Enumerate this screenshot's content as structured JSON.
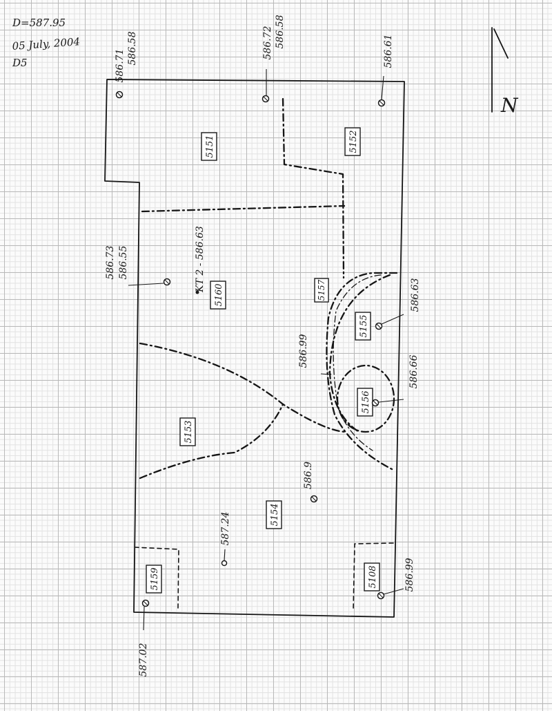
{
  "header": {
    "datum": "D=587.95",
    "date": "05 July, 2004",
    "code": "D5"
  },
  "north_arrow": {
    "label": "N"
  },
  "elevations": {
    "top_left_upper": "586.71",
    "top_left_lower": "586.58",
    "top_mid_upper": "586.72",
    "top_mid_lower": "586.58",
    "top_right": "586.61",
    "left_mid_upper": "586.73",
    "left_mid_lower": "586.55",
    "kt2": "KT 2 - 586.63",
    "feature_5155": "586.63",
    "feature_5157": "586.99",
    "feature_5156": "586.66",
    "center": "586.9",
    "lower_mid": "587.24",
    "lower_right": "586.99",
    "bottom_left": "587.02"
  },
  "features": {
    "f5151": "5151",
    "f5152": "5152",
    "f5160": "5160",
    "f5157": "5157",
    "f5155": "5155",
    "f5156": "5156",
    "f5153": "5153",
    "f5154": "5154",
    "f5159": "5159",
    "f5108": "5108"
  }
}
